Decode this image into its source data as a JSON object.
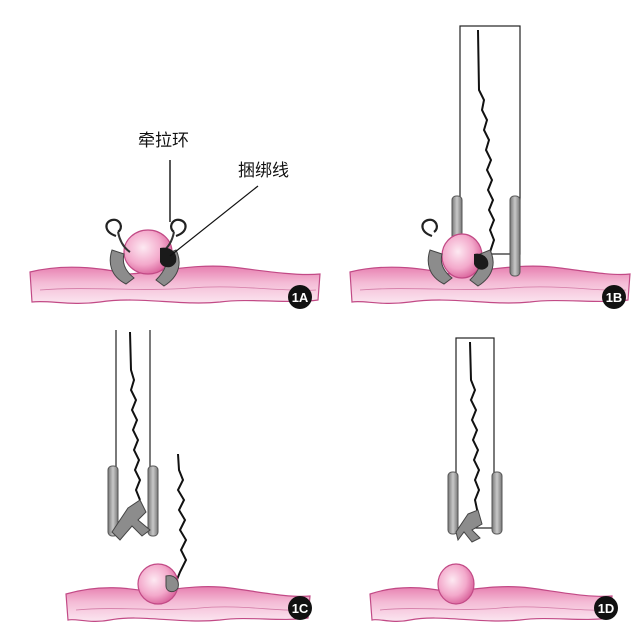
{
  "labels": {
    "traction_ring": "牵拉环",
    "binding_thread": "捆绑线"
  },
  "panels": [
    {
      "id": "1A"
    },
    {
      "id": "1B"
    },
    {
      "id": "1C"
    },
    {
      "id": "1D"
    }
  ],
  "colors": {
    "tissue_pink": "#ee9fc3",
    "tissue_light": "#f7d3e4",
    "device_gray": "#8a8a8a",
    "badge": "#111111"
  }
}
